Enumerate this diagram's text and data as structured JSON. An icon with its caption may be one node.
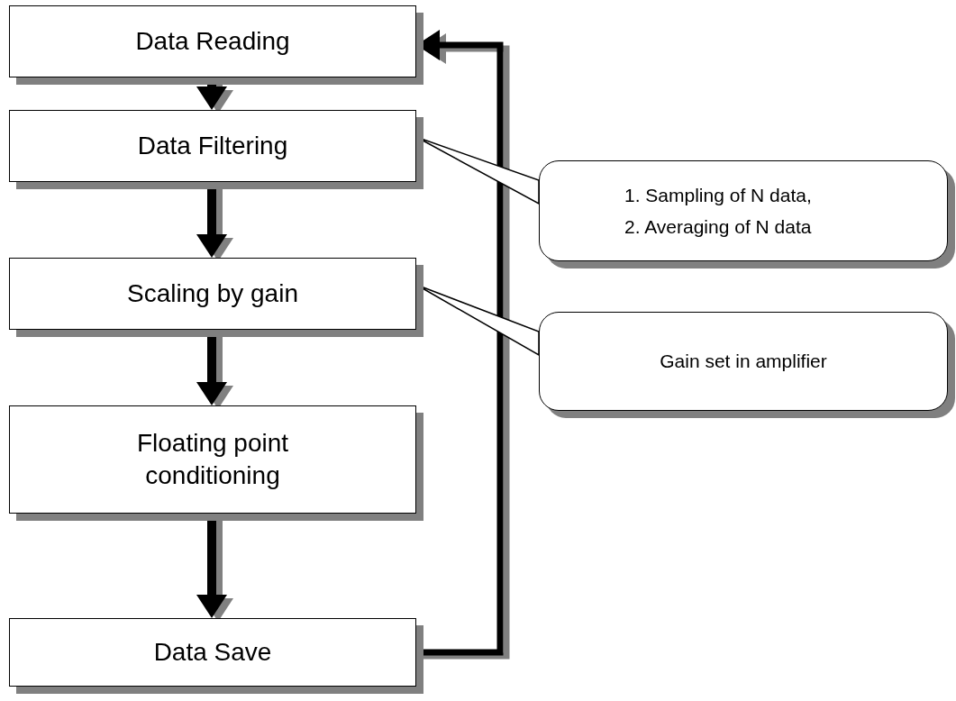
{
  "diagram": {
    "nodes": [
      {
        "text": [
          "Data Reading"
        ]
      },
      {
        "text": [
          "Data Filtering"
        ]
      },
      {
        "text": [
          "Scaling by gain"
        ]
      },
      {
        "text": [
          "Floating point conditioning"
        ]
      },
      {
        "text": [
          "Data Save"
        ]
      },
      {
        "text": [
          "1. Sampling of N data,",
          "2. Averaging of N data"
        ]
      },
      {
        "text": [
          "Gain set in amplifier"
        ]
      }
    ],
    "edges": [
      {
        "from": 0,
        "to": 1,
        "arrow": "to"
      },
      {
        "from": 1,
        "to": 2,
        "arrow": "to"
      },
      {
        "from": 2,
        "to": 3,
        "arrow": "to"
      },
      {
        "from": 3,
        "to": 4,
        "arrow": "to"
      },
      {
        "from": 4,
        "to": 0,
        "arrow": "to"
      },
      {
        "from": 5,
        "to": 1,
        "arrow": "none"
      },
      {
        "from": 6,
        "to": 2,
        "arrow": "none"
      }
    ]
  }
}
